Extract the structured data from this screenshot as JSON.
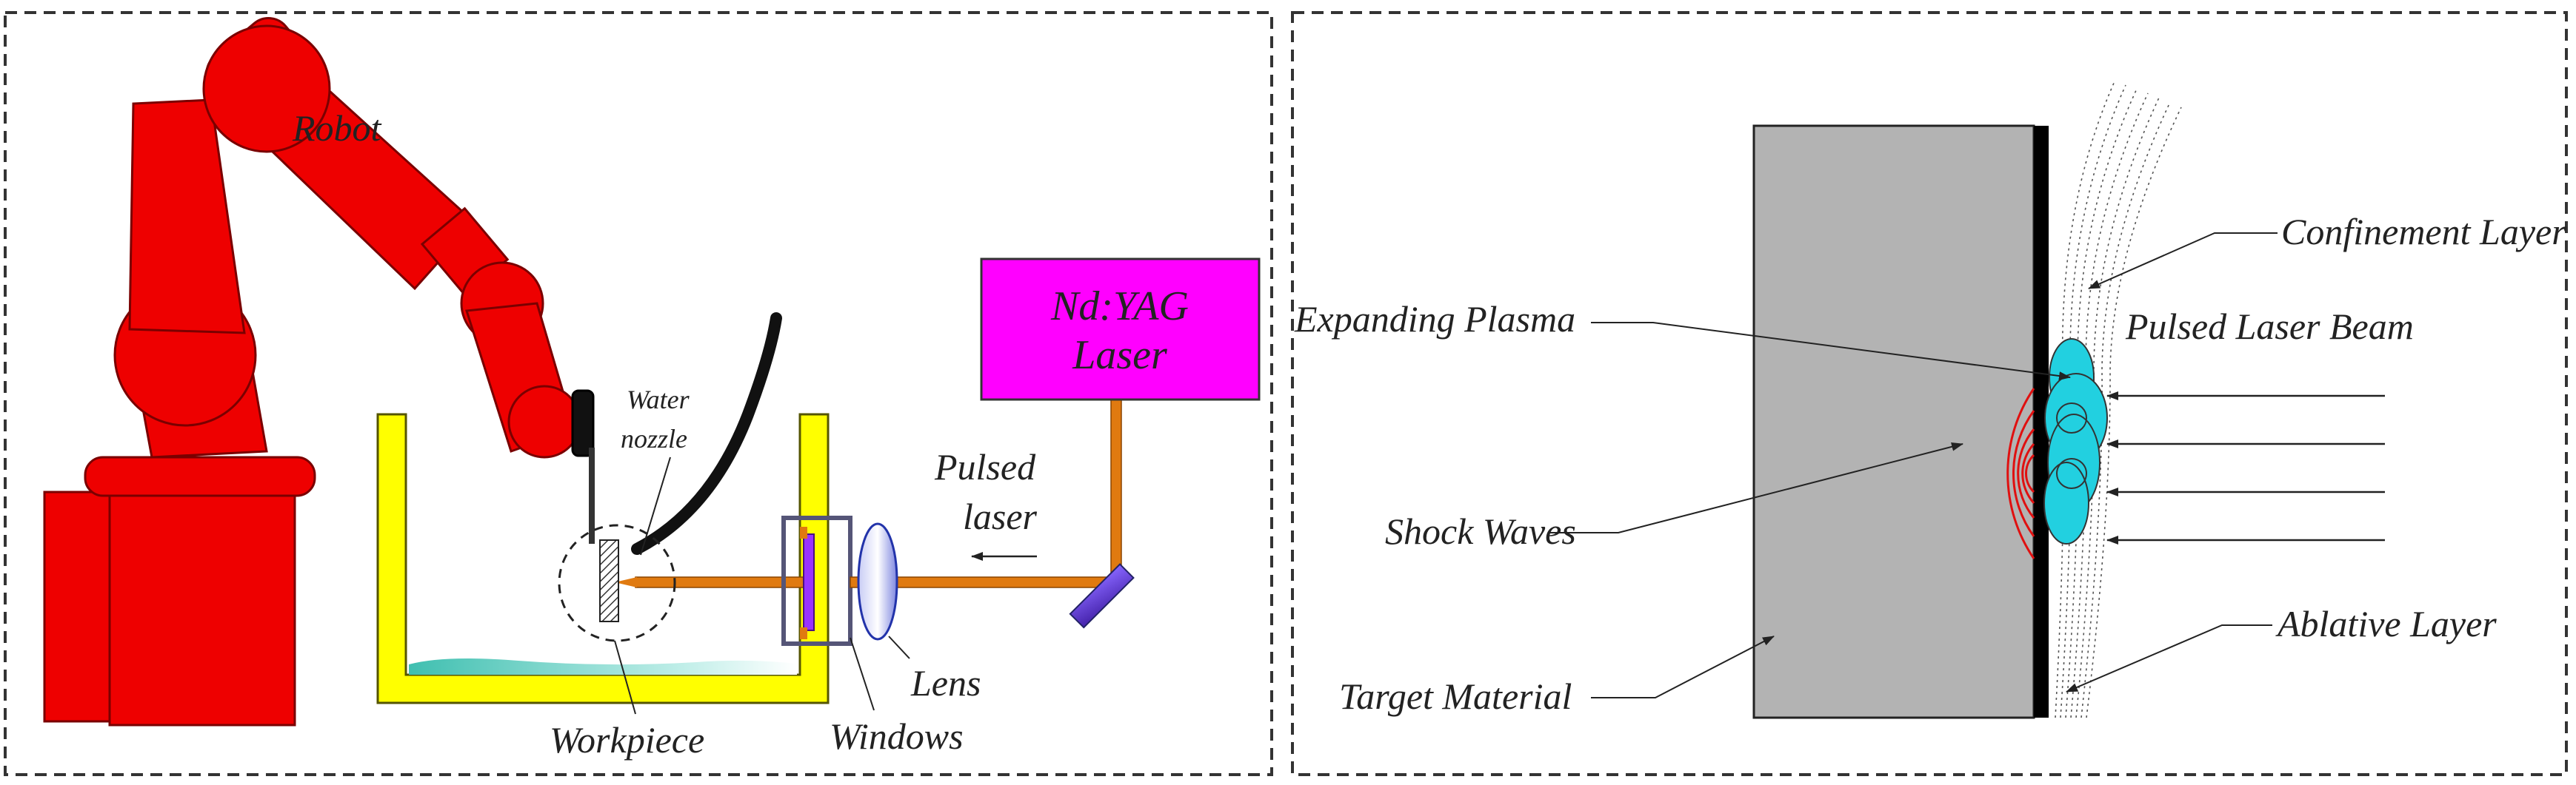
{
  "left_panel": {
    "robot_label": "Robot",
    "laser_label_line1": "Nd:YAG",
    "laser_label_line2": "Laser",
    "water_nozzle_line1": "Water",
    "water_nozzle_line2": "nozzle",
    "pulsed_laser_line1": "Pulsed",
    "pulsed_laser_line2": "laser",
    "lens_label": "Lens",
    "windows_label": "Windows",
    "workpiece_label": "Workpiece"
  },
  "right_panel": {
    "confinement_layer": "Confinement Layer",
    "expanding_plasma": "Expanding Plasma",
    "pulsed_laser_beam": "Pulsed Laser Beam",
    "shock_waves": "Shock Waves",
    "ablative_layer": "Ablative Layer",
    "target_material": "Target Material"
  },
  "colors": {
    "robot": "#ee0000",
    "tank": "#ffff00",
    "laser_box": "#ff00ff",
    "beam": "#e07a10",
    "water": "#5ec8c0",
    "target": "#b3b3b3",
    "plasma": "#22d0e0",
    "shock_waves": "#e01010",
    "window_glass": "#9933ff"
  }
}
